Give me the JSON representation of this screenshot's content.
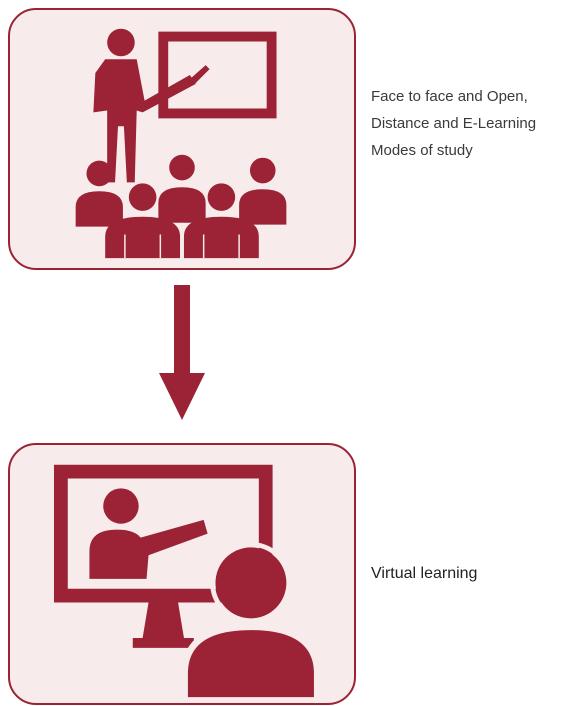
{
  "steps": [
    {
      "icon": "classroom-teacher-icon",
      "caption_lines": [
        "Face to face and Open,",
        "Distance and E-Learning",
        "Modes of study"
      ]
    },
    {
      "icon": "virtual-learning-icon",
      "caption": "Virtual learning"
    }
  ],
  "connector": "down-arrow-icon",
  "colors": {
    "accent": "#9b2335",
    "card_fill": "#f7eceb",
    "text": "#3a3a3a"
  }
}
